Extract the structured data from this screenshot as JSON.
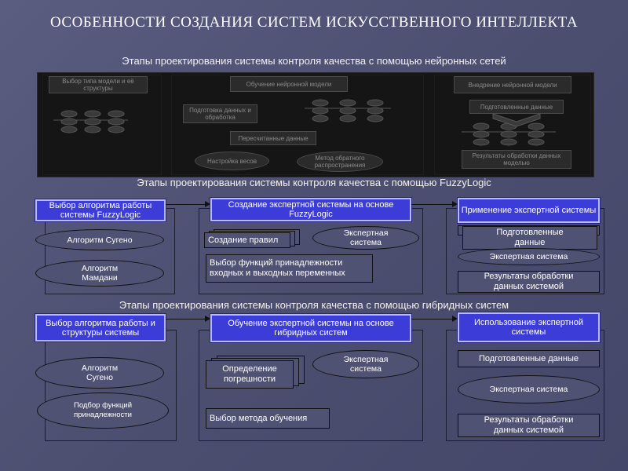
{
  "title": "ОСОБЕННОСТИ СОЗДАНИЯ СИСТЕМ ИСКУССТВЕННОГО ИНТЕЛЛЕКТА",
  "neural": {
    "subtitle": "Этапы проектирования системы контроля качества с помощью нейронных сетей",
    "stage1": "Выбор типа модели и её структуры",
    "stage2": "Обучение нейронной модели",
    "stage3": "Внедрение нейронной модели",
    "box_a": "Подготовка данных и обработка",
    "box_b": "Пересчитанные данные",
    "ell_a": "Настройка весов",
    "ell_b": "Метод обратного распространения",
    "box_c": "Подготовленные данные",
    "box_d": "Результаты обработки данных моделью"
  },
  "fuzzy": {
    "subtitle": "Этапы проектирования системы контроля качества с помощью FuzzyLogic",
    "stage1": "Выбор алгоритма работы системы FuzzyLogic",
    "stage2": "Создание экспертной системы на основе FuzzyLogic",
    "stage3": "Применение экспертной системы",
    "alg1": "Алгоритм Сугено",
    "alg2": "Алгоритм Мамдани",
    "rules": "Создание правил",
    "expert": "Экспертная система",
    "membership": "Выбор функций принадлежности входных и выходных переменных",
    "prepared": "Подготовленные данные",
    "expert_sys": "Экспертная система",
    "results": "Результаты обработки данных системой"
  },
  "hybrid": {
    "subtitle": "Этапы проектирования системы контроля качества с помощью гибридных систем",
    "stage1": "Выбор алгоритма работы и структуры системы",
    "stage2": "Обучение экспертной системы на основе гибридных систем",
    "stage3": "Использование экспертной системы",
    "alg1": "Алгоритм Сугено",
    "func_sel": "Подбор функций принадлежности",
    "error": "Определение погрешности",
    "expert": "Экспертная система",
    "method": "Выбор метода обучения",
    "prepared": "Подготовленные данные",
    "expert_sys": "Экспертная система",
    "results": "Результаты обработки данных системой"
  }
}
